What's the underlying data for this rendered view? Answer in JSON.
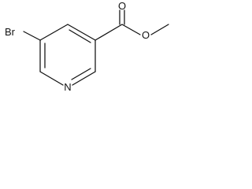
{
  "molecule": {
    "atoms": {
      "bromine": "Br",
      "ring_nitrogen": "N",
      "carbonyl_oxygen": "O",
      "ester_oxygen": "O"
    },
    "colors": {
      "bond": "#111111",
      "label": "#111111",
      "background": "#ffffff"
    }
  }
}
